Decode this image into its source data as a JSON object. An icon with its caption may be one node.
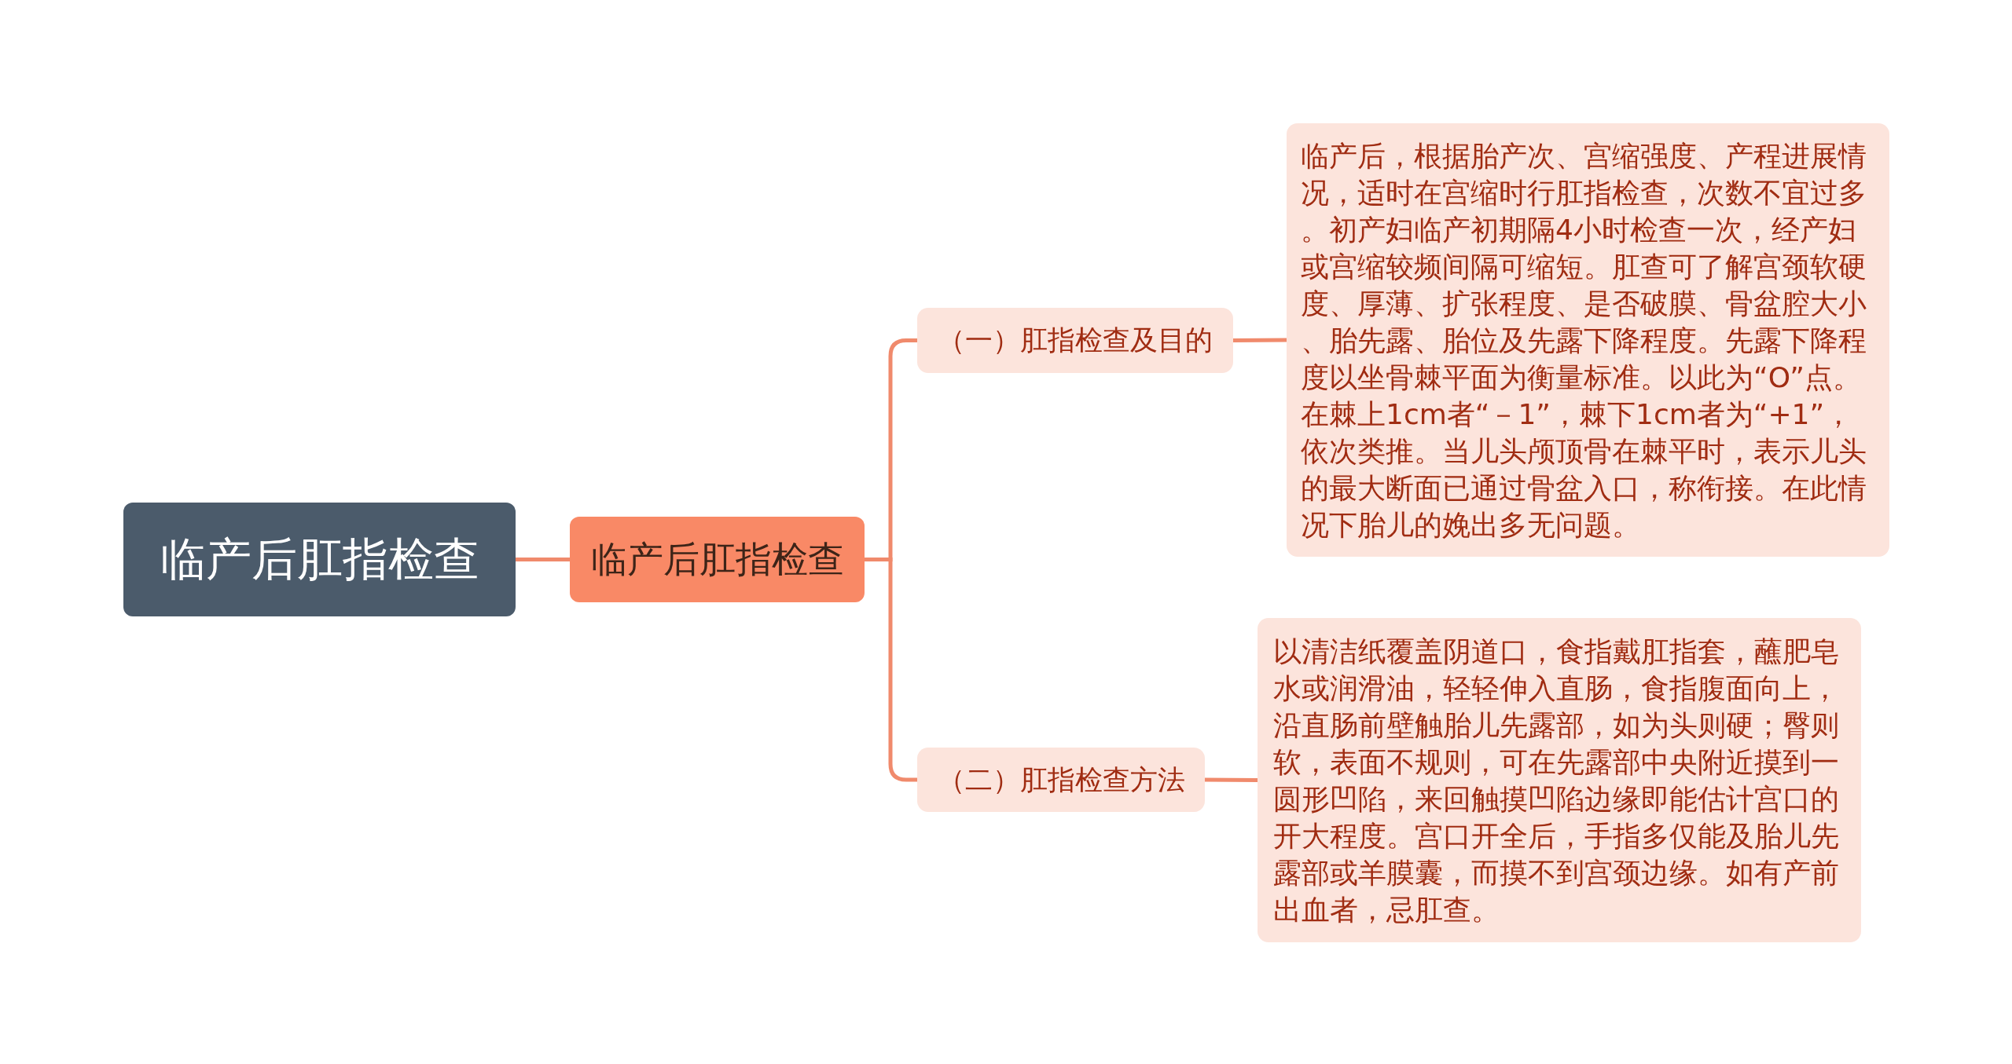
{
  "diagram": {
    "nodes": [
      {
        "text": [
          "临产后肛指检查"
        ]
      },
      {
        "text": [
          "临产后肛指检查"
        ]
      },
      {
        "text": [
          "（一）肛指检查及目的"
        ]
      },
      {
        "text": [
          "临产后，根据胎产次、宫缩强度、产程进展情况，适时在宫缩时行肛指检查，次数不宜过多。初产妇临产初期隔4小时检查一次，经产妇或宫缩较频间隔可缩短。肛查可了解宫颈软硬度、厚薄、扩张程度、是否破膜、骨盆腔大小、胎先露、胎位及先露下降程度。先露下降程度以坐骨棘平面为衡量标准。以此为“O”点。在棘上1cm者“－1”，棘下1cm者为“+1”，依次类推。当儿头颅顶骨在棘平时，表示儿头的最大断面已通过骨盆入口，称衔接。在此情况下胎儿的娩出多无问题。"
        ]
      },
      {
        "text": [
          "（二）肛指检查方法"
        ]
      },
      {
        "text": [
          "以清洁纸覆盖阴道口，食指戴肛指套，蘸肥皂水或润滑油，轻轻伸入直肠，食指腹面向上，沿直肠前壁触胎儿先露部，如为头则硬；臀则软，表面不规则，可在先露部中央附近摸到一圆形凹陷，来回触摸凹陷边缘即能估计宫口的开大程度。宫口开全后，手指多仅能及胎儿先露部或羊膜囊，而摸不到宫颈边缘。如有产前出血者，忌肛查。"
        ]
      }
    ],
    "edges": [
      {
        "from": 0,
        "to": 1,
        "arrow": "none"
      },
      {
        "from": 1,
        "to": 2,
        "arrow": "none"
      },
      {
        "from": 1,
        "to": 4,
        "arrow": "none"
      },
      {
        "from": 2,
        "to": 3,
        "arrow": "none"
      },
      {
        "from": 4,
        "to": 5,
        "arrow": "none"
      }
    ]
  }
}
